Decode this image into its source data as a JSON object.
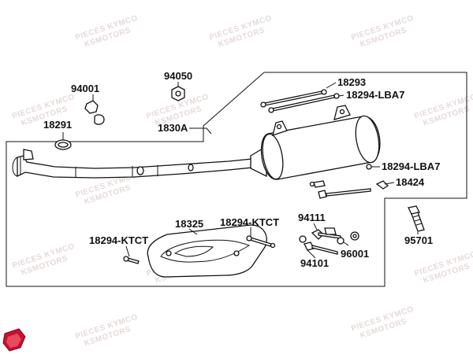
{
  "watermark": {
    "line1": "PIECES KYMCO",
    "line2": "KSMOTORS"
  },
  "callouts": {
    "p94001": "94001",
    "p94050": "94050",
    "p18291": "18291",
    "p1830A": "1830A",
    "p18293": "18293",
    "p18294_lba7_top": "18294-LBA7",
    "p18294_lba7_mid": "18294-LBA7",
    "p18424": "18424",
    "p18325": "18325",
    "p18294_ktct_left": "18294-KTCT",
    "p18294_ktct_mid": "18294-KTCT",
    "p94111": "94111",
    "p94101": "94101",
    "p96001": "96001",
    "p95701": "95701"
  },
  "colors": {
    "line": "#111111",
    "logo": "#c8102e",
    "watermark": "#e7d9d9"
  }
}
